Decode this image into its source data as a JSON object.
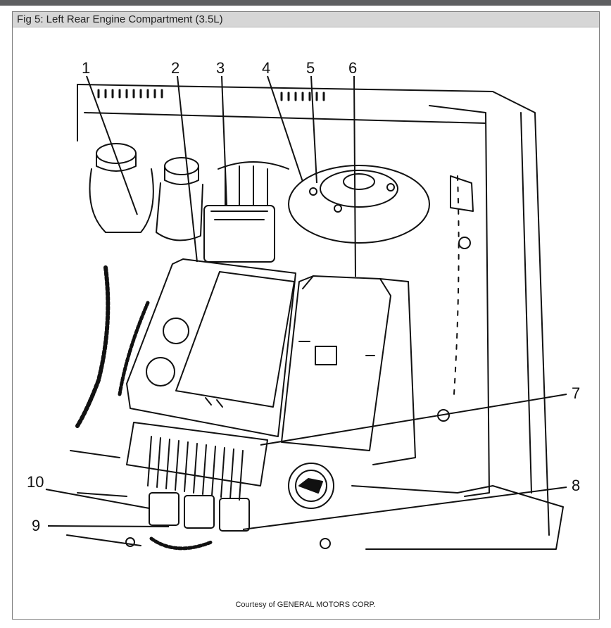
{
  "figure": {
    "title": "Fig 5: Left Rear Engine Compartment (3.5L)",
    "callouts": [
      "1",
      "2",
      "3",
      "4",
      "5",
      "6",
      "7",
      "8",
      "9",
      "10"
    ],
    "credit": "Courtesy of GENERAL MOTORS CORP."
  },
  "colors": {
    "topbar": "#5e5f61",
    "titlebar": "#d6d6d6",
    "line": "#111111"
  }
}
